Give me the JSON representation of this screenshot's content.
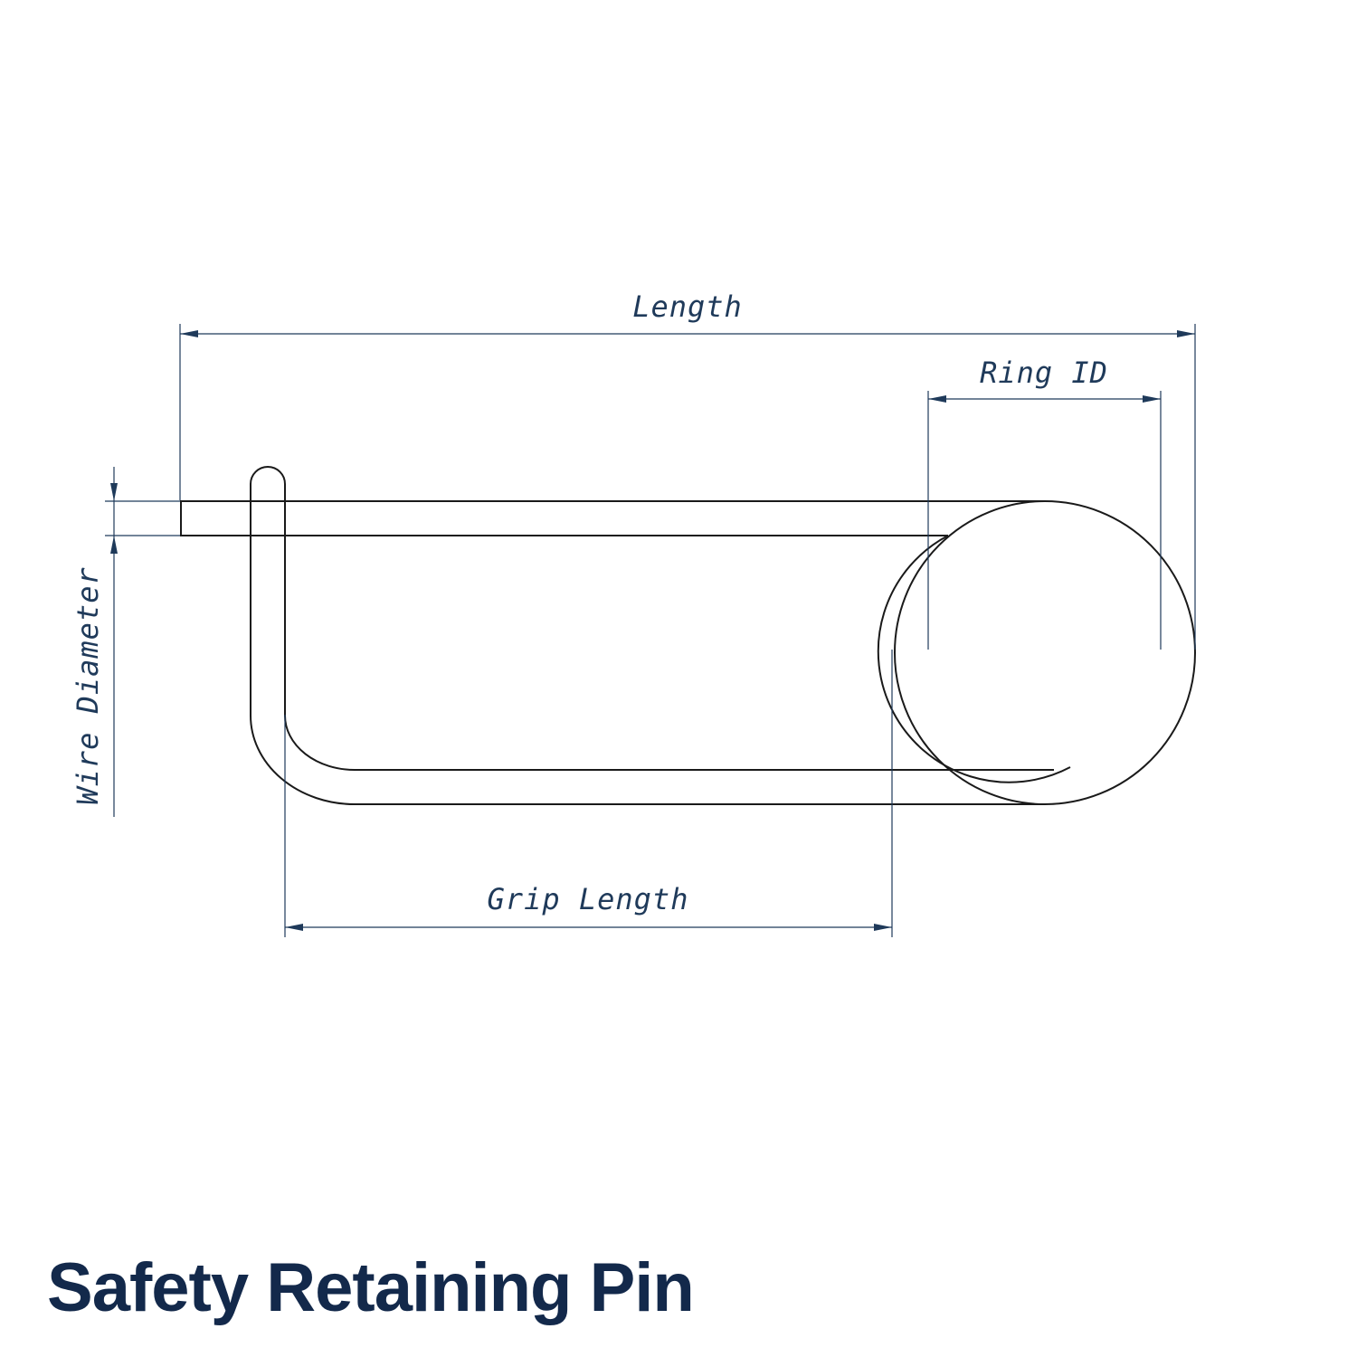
{
  "title": "Safety Retaining Pin",
  "dimensions": {
    "length": "Length",
    "ring_id": "Ring ID",
    "wire_diameter": "Wire Diameter",
    "grip_length": "Grip Length"
  },
  "colors": {
    "outline": "#1a1a1a",
    "dimension": "#1f3a5a",
    "title": "#13294b"
  }
}
